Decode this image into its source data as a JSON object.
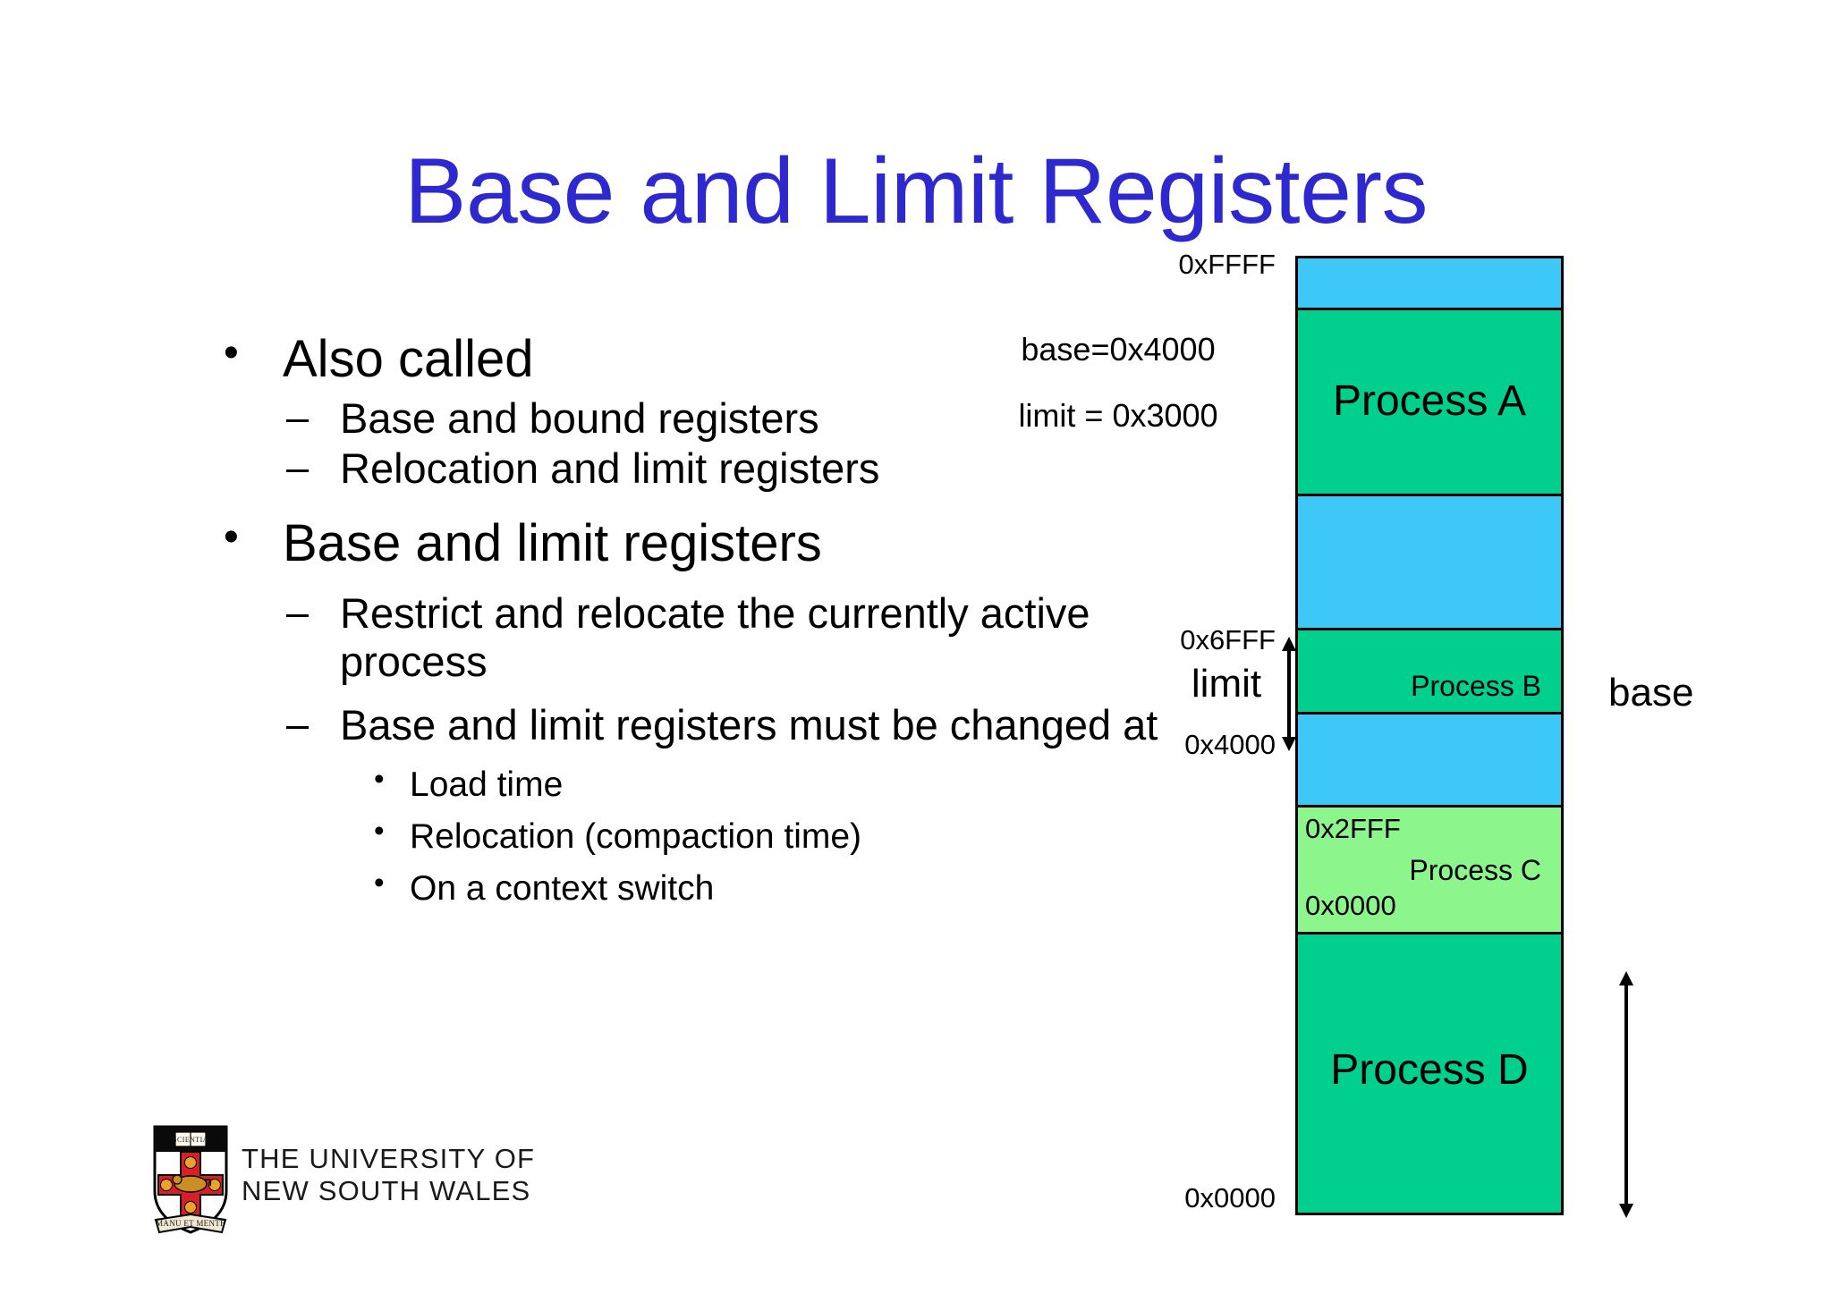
{
  "slide": {
    "title": "Base and Limit Registers",
    "title_color": "#2e28cf"
  },
  "bullets": [
    {
      "level": 1,
      "marker": "•",
      "text": "Also called"
    },
    {
      "level": 2,
      "marker": "–",
      "text": "Base and bound registers"
    },
    {
      "level": 2,
      "marker": "–",
      "text": "Relocation and limit registers"
    },
    {
      "level": 1,
      "marker": "•",
      "text": "Base and limit registers"
    },
    {
      "level": 2,
      "marker": "–",
      "text": "Restrict and relocate the currently active process"
    },
    {
      "level": 2,
      "marker": "–",
      "text": "Base and limit registers must be changed at"
    },
    {
      "level": 3,
      "marker": "•",
      "text": "Load time"
    },
    {
      "level": 3,
      "marker": "•",
      "text": "Relocation (compaction time)"
    },
    {
      "level": 3,
      "marker": "•",
      "text": "On a context switch"
    }
  ],
  "registers": {
    "base": "base=0x4000",
    "limit": "limit = 0x3000"
  },
  "memory": {
    "colors": {
      "free": "#3ec8f8",
      "process": "#00cf8e",
      "active_process": "#8cf58c",
      "border": "#000000"
    },
    "blocks": [
      {
        "name": "free-top",
        "label": "",
        "fill": "free",
        "size_label": ""
      },
      {
        "name": "process-a",
        "label": "Process A",
        "fill": "process",
        "size_label": "big"
      },
      {
        "name": "free-2",
        "label": "",
        "fill": "free",
        "size_label": ""
      },
      {
        "name": "process-b",
        "label": "Process B",
        "fill": "process",
        "size_label": "small"
      },
      {
        "name": "free-3",
        "label": "",
        "fill": "free",
        "size_label": ""
      },
      {
        "name": "process-c",
        "label": "Process C",
        "fill": "active_process",
        "size_label": "small"
      },
      {
        "name": "process-d",
        "label": "Process D",
        "fill": "process",
        "size_label": "big"
      }
    ],
    "address_labels_left": [
      {
        "name": "addr-ffff",
        "text": "0xFFFF"
      },
      {
        "name": "addr-6fff",
        "text": "0x6FFF"
      },
      {
        "name": "addr-4000",
        "text": "0x4000"
      },
      {
        "name": "addr-0000",
        "text": "0x0000"
      }
    ],
    "address_labels_inner": [
      {
        "name": "inner-addr-2fff",
        "text": "0x2FFF"
      },
      {
        "name": "inner-addr-0000",
        "text": "0x0000"
      }
    ],
    "annotations": {
      "limit": "limit",
      "base": "base"
    }
  },
  "footer": {
    "logo_line1": "THE UNIVERSITY OF",
    "logo_line2": "NEW SOUTH WALES",
    "crest_motto": "MANU ET MENTE",
    "crest_scroll": "SCIENTIA"
  }
}
